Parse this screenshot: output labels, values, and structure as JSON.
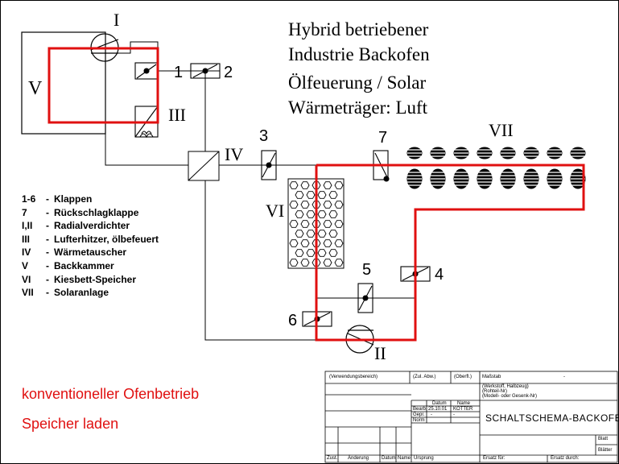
{
  "title": {
    "line1": "Hybrid betriebener",
    "line2": "Industrie Backofen",
    "line3": "Ölfeuerung / Solar",
    "line4": "Wärmeträger: Luft"
  },
  "components": {
    "I": "I",
    "II": "II",
    "III": "III",
    "IV": "IV",
    "V": "V",
    "VI": "VI",
    "VII": "VII",
    "k1": "1",
    "k2": "2",
    "k3": "3",
    "k4": "4",
    "k5": "5",
    "k6": "6",
    "k7": "7"
  },
  "legend": [
    {
      "key": "1-6",
      "desc": "Klappen"
    },
    {
      "key": "7",
      "desc": "Rückschlagklappe"
    },
    {
      "key": "I,II",
      "desc": "Radialverdichter"
    },
    {
      "key": "III",
      "desc": "Lufterhitzer, ölbefeuert"
    },
    {
      "key": "IV",
      "desc": "Wärmetauscher"
    },
    {
      "key": "V",
      "desc": "Backkammer"
    },
    {
      "key": "VI",
      "desc": "Kiesbett-Speicher"
    },
    {
      "key": "VII",
      "desc": "Solaranlage"
    }
  ],
  "modes": {
    "conventional": "konventioneller Ofenbetrieb",
    "charging": "Speicher laden"
  },
  "title_block": {
    "verwendung": "(Verwendungsbereich)",
    "zul_abw": "(Zul. Abw.)",
    "oberfl": "(Oberfl.)",
    "massstab": "Maßstab",
    "dash": "-",
    "werkstoff1": "(Werkstoff, Halbzeug)",
    "werkstoff2": "(Rohteil-Nr)",
    "werkstoff3": "(Modell- oder Gesenk-Nr)",
    "datum": "Datum",
    "name": "Name",
    "bearb": "Bearb.",
    "bearb_date": "25.10.01",
    "bearb_name": "KÖTTER",
    "gepr": "Gepr.",
    "norm": "Norm",
    "drawing_title": "SCHALTSCHEMA-BACKOFEN",
    "blatt": "Blatt",
    "blaetter": "Blätter",
    "zust": "Zust.",
    "aenderung": "Änderung",
    "datum2": "Datum",
    "name2": "Name",
    "ursprung": "Ursprung",
    "ersatz_fuer": "Ersatz für:",
    "ersatz_durch": "Ersatz durch:"
  }
}
